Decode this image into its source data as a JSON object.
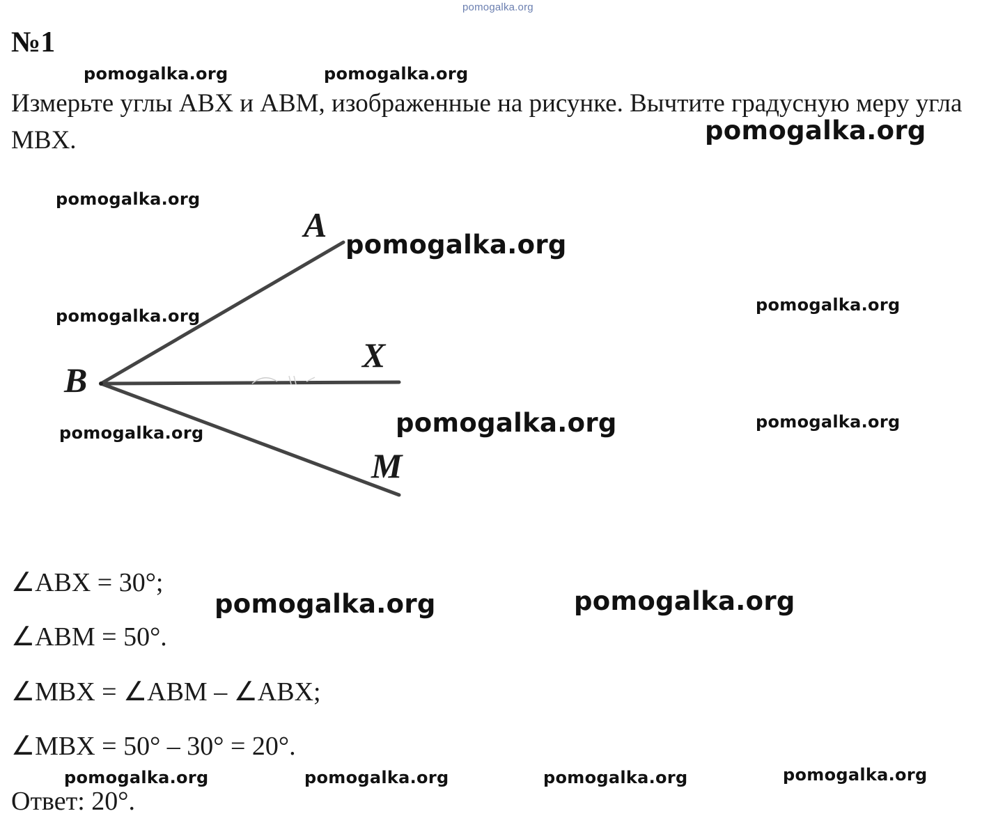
{
  "header": {
    "site_mark": "pomogalka.org"
  },
  "problem": {
    "number": "№1",
    "text": "Измерьте углы ABX и ABM, изображенные на рисунке. Вычтите градусную меру угла MBX."
  },
  "figure": {
    "point_labels": {
      "A": "A",
      "X": "X",
      "B": "B",
      "M": "M"
    },
    "line_color": "#444444"
  },
  "solution": {
    "lines": [
      "∠ABX = 30°;",
      "∠ABM = 50°.",
      "∠MBX = ∠ABM – ∠ABX;",
      "∠MBX = 50° – 30° = 20°."
    ],
    "answer": "Ответ: 20°."
  },
  "watermarks": [
    "pomogalka.org",
    "pomogalka.org",
    "pomogalka.org",
    "pomogalka.org",
    "pomogalka.org",
    "pomogalka.org",
    "pomogalka.org",
    "pomogalka.org",
    "pomogalka.org",
    "pomogalka.org",
    "pomogalka.org",
    "pomogalka.org",
    "pomogalka.org",
    "pomogalka.org",
    "pomogalka.org",
    "pomogalka.org"
  ]
}
